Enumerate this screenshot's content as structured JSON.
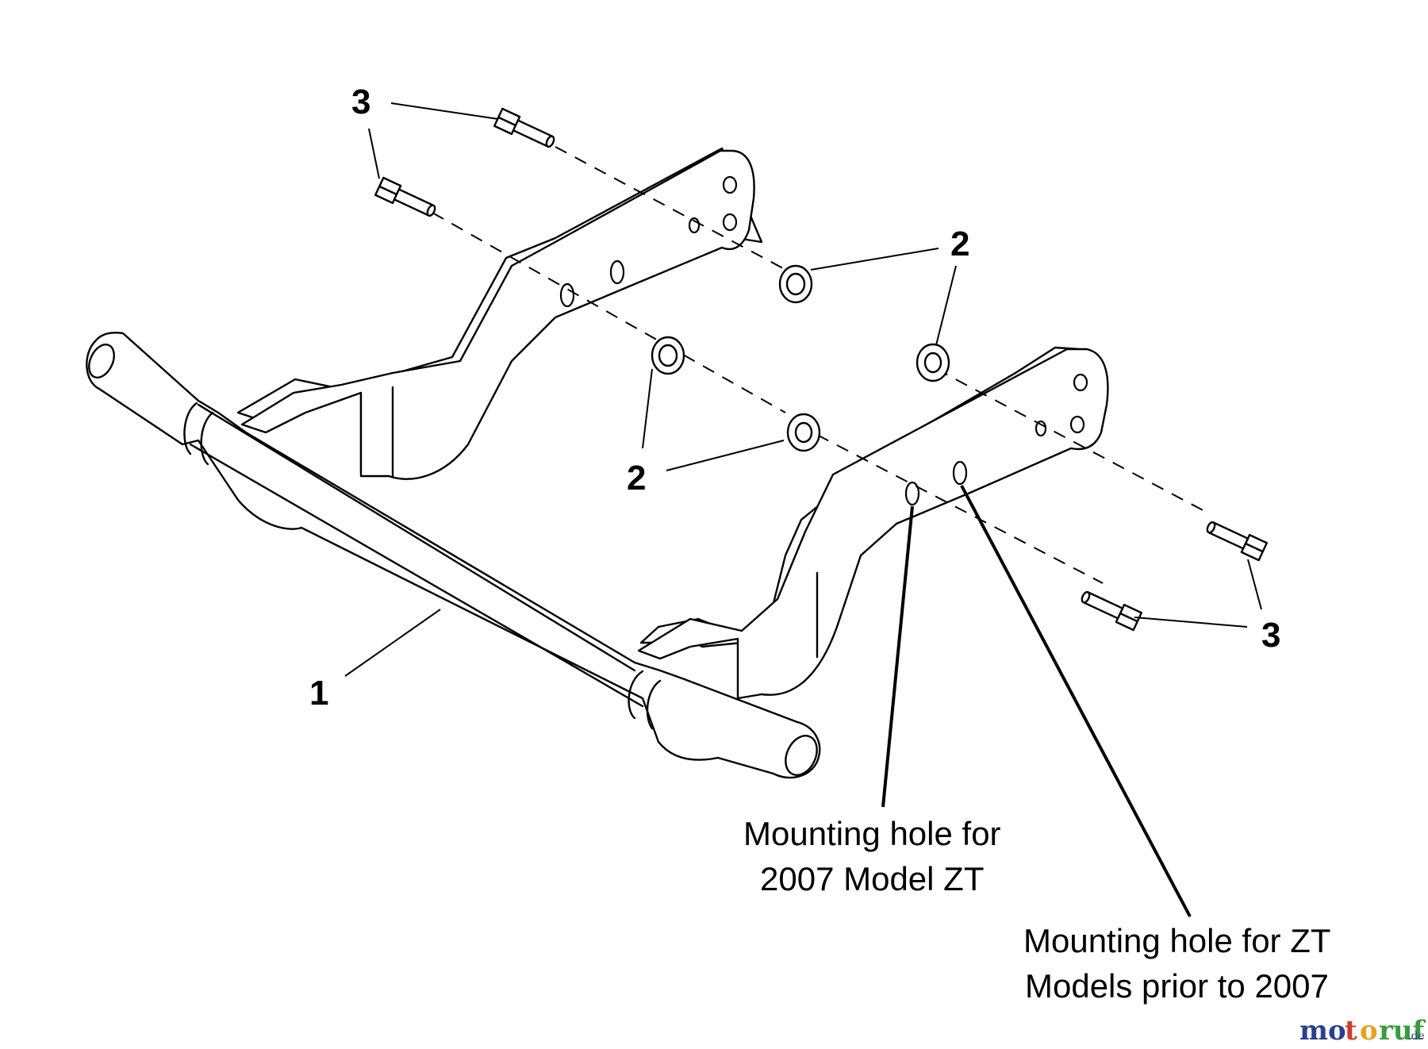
{
  "callouts": {
    "bumper_tube": "1",
    "nut_top_right": "2",
    "nut_mid_right": "2",
    "nut_bottom_left": "2",
    "bolt_top_a": "3",
    "bolt_top_b": "3",
    "bolt_right": "3"
  },
  "notes": {
    "hole_2007_line1": "Mounting hole for",
    "hole_2007_line2": "2007 Model ZT",
    "hole_prior_line1": "Mounting hole for ZT",
    "hole_prior_line2": "Models prior to 2007"
  },
  "watermark": {
    "name": "motoruf",
    "suffix": ".de",
    "colors": [
      "#2a3f8f",
      "#d23b2a",
      "#e7a21c",
      "#3a9b3a"
    ]
  }
}
